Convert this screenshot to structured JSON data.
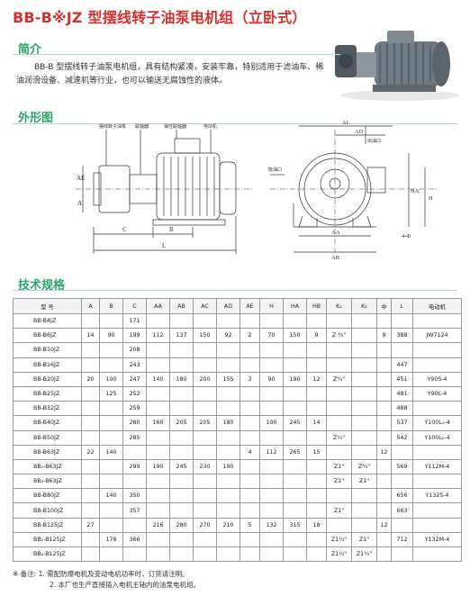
{
  "title": "BB-B※JZ 型摆线转子油泵电机组（立卧式）",
  "sections": {
    "intro": "简介",
    "outline": "外形图",
    "specs": "技术规格"
  },
  "intro_text": "BB-B 型摆线转子油泵电机组，具有结构紧凑，安装牢靠，特别适用于滤油车、稀油润滑设备、减速机等行业，也可以输送无腐蚀性的液体。",
  "drawing_labels": {
    "pump": "摆线转子油泵",
    "coupling": "联轴器",
    "flange": "弹性联轴器",
    "motor": "电动机",
    "C": "C",
    "B": "B",
    "L": "L",
    "A": "A",
    "AE": "AE",
    "AL": "AL",
    "AD": "AD",
    "HA": "HA",
    "H": "H",
    "AA": "AA",
    "AB": "AB",
    "K": "4-Φ",
    "inlet": "吸油口",
    "outlet": "出油口"
  },
  "table": {
    "headers": [
      "型 号",
      "A",
      "B",
      "C",
      "AA",
      "AB",
      "AC",
      "AD",
      "AE",
      "H",
      "HA",
      "HB",
      "K₁",
      "K₂",
      "中",
      "L",
      "电动机"
    ],
    "rows": [
      [
        "BB-B4JZ",
        "",
        "",
        "171",
        "",
        "",
        "",
        "",
        "",
        "",
        "",
        "",
        "",
        "",
        "",
        "",
        ""
      ],
      [
        "BB-B6JZ",
        "14",
        "90",
        "199",
        "112",
        "137",
        "150",
        "92",
        "2",
        "70",
        "150",
        "9",
        "Z ⅜\"",
        "",
        "9",
        "388",
        "JW7124"
      ],
      [
        "BB-B10JZ",
        "",
        "",
        "208",
        "",
        "",
        "",
        "",
        "",
        "",
        "",
        "",
        "",
        "",
        "",
        "",
        ""
      ],
      [
        "BB-B16JZ",
        "",
        "",
        "243",
        "",
        "",
        "",
        "",
        "",
        "",
        "",
        "",
        "",
        "",
        "",
        "447",
        ""
      ],
      [
        "BB-B20JZ",
        "20",
        "100",
        "247",
        "140",
        "180",
        "200",
        "155",
        "3",
        "90",
        "190",
        "12",
        "Z¾\"",
        "",
        "",
        "451",
        "Y90S-4"
      ],
      [
        "BB-B25JZ",
        "",
        "125",
        "252",
        "",
        "",
        "",
        "",
        "",
        "",
        "",
        "",
        "",
        "",
        "",
        "481",
        "Y90L-4"
      ],
      [
        "BB-B32JZ",
        "",
        "",
        "259",
        "",
        "",
        "",
        "",
        "",
        "",
        "",
        "",
        "",
        "",
        "",
        "488",
        ""
      ],
      [
        "BB-B40JZ",
        "",
        "",
        "280",
        "160",
        "205",
        "205",
        "180",
        "",
        "100",
        "245",
        "14",
        "",
        "",
        "",
        "537",
        "Y100L₁-4"
      ],
      [
        "BB-B50JZ",
        "",
        "",
        "285",
        "",
        "",
        "",
        "",
        "",
        "",
        "",
        "",
        "Z¾\"",
        "",
        "",
        "542",
        "Y100L₂-4"
      ],
      [
        "BB-B63JZ",
        "22",
        "140",
        "",
        "",
        "",
        "",
        "",
        "4",
        "112",
        "265",
        "15",
        "",
        "",
        "12",
        "",
        ""
      ],
      [
        "BB₁-B63JZ",
        "",
        "",
        "299",
        "190",
        "245",
        "230",
        "190",
        "",
        "",
        "",
        "",
        "Z1\"",
        "Z¾\"",
        "",
        "569",
        "Y112M-4"
      ],
      [
        "BB₂-B63JZ",
        "",
        "",
        "",
        "",
        "",
        "",
        "",
        "",
        "",
        "",
        "",
        "Z1\"",
        "Z1\"",
        "",
        "",
        ""
      ],
      [
        "BB-B80JZ",
        "",
        "140",
        "350",
        "",
        "",
        "",
        "",
        "",
        "",
        "",
        "",
        "",
        "",
        "",
        "656",
        "Y132S-4"
      ],
      [
        "BB-B100JZ",
        "",
        "",
        "357",
        "",
        "",
        "",
        "",
        "",
        "",
        "",
        "",
        "Z1\"",
        "",
        "",
        "663",
        ""
      ],
      [
        "BB-B125JZ",
        "27",
        "",
        "",
        "216",
        "280",
        "270",
        "210",
        "5",
        "132",
        "315",
        "18",
        "",
        "",
        "12",
        "",
        ""
      ],
      [
        "BB₁-B125JZ",
        "",
        "178",
        "366",
        "",
        "",
        "",
        "",
        "",
        "",
        "",
        "",
        "Z1¼\"",
        "Z1\"",
        "",
        "712",
        "Y132M-4"
      ],
      [
        "BB₂-B125JZ",
        "",
        "",
        "",
        "",
        "",
        "",
        "",
        "",
        "",
        "",
        "",
        "Z1¼\"",
        "Z1¼\"",
        "",
        "",
        ""
      ]
    ]
  },
  "notes": [
    "※ 备注: 1. 需配防爆电机及变动电机功率时，订货请注明。",
    "2. 本厂也生产直接插入电机主轴内的油泵电机组。"
  ],
  "colors": {
    "title": "#d4302c",
    "section": "#2aa46a"
  }
}
